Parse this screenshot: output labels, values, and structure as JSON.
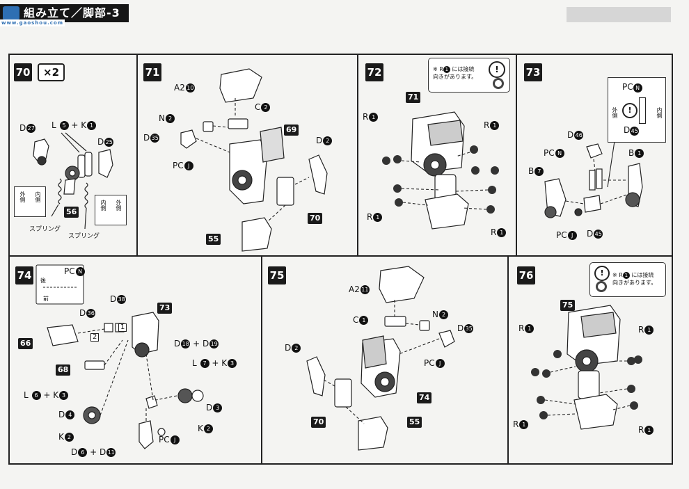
{
  "header": {
    "title": "組み立て／脚部-3",
    "watermark_url": "www.gaoshou.com"
  },
  "panels": [
    {
      "step": "70",
      "multiplier": "×2",
      "labels": [
        {
          "t": "D",
          "n": "27"
        },
        {
          "t": "L ",
          "n": "5"
        },
        {
          "t": "+ K",
          "n": "1"
        },
        {
          "t": "D",
          "n": "25"
        }
      ],
      "box_left": {
        "a": "外側",
        "b": "内側"
      },
      "box_right": {
        "a": "内側",
        "b": "外側"
      },
      "tag": "56",
      "spring1": "スプリング",
      "spring2": "スプリング"
    },
    {
      "step": "71",
      "labels": [
        {
          "t": "A2",
          "n": "10"
        },
        {
          "t": "C",
          "n": "2"
        },
        {
          "t": "N",
          "n": "2"
        },
        {
          "t": "D",
          "n": "35"
        },
        {
          "t": "PC",
          "n": "J"
        },
        {
          "t": "D",
          "n": "2"
        }
      ],
      "tags": [
        "69",
        "70",
        "55"
      ]
    },
    {
      "step": "72",
      "note": {
        "prefix": "※ R",
        "n": "1",
        "text1": "には接続",
        "text2": "向きがあります。"
      },
      "tag": "71",
      "labels": [
        {
          "t": "R",
          "n": "1"
        },
        {
          "t": "R",
          "n": "1"
        },
        {
          "t": "R",
          "n": "1"
        },
        {
          "t": "R",
          "n": "1"
        }
      ]
    },
    {
      "step": "73",
      "box": {
        "label": "PC",
        "n": "N",
        "left": "外側",
        "right": "内側",
        "bottom": "D",
        "bn": "45"
      },
      "labels": [
        {
          "t": "D",
          "n": "46"
        },
        {
          "t": "PC",
          "n": "N"
        },
        {
          "t": "B",
          "n": "1"
        },
        {
          "t": "B",
          "n": "7"
        },
        {
          "t": "PC",
          "n": "J"
        },
        {
          "t": "D",
          "n": "45"
        }
      ]
    },
    {
      "step": "74",
      "inset": {
        "label": "PC",
        "n": "N",
        "back": "後",
        "front": "前"
      },
      "labels": [
        {
          "t": "D",
          "n": "36"
        },
        {
          "t": "D",
          "n": "38"
        },
        {
          "t": "D",
          "n": "18"
        },
        {
          "t": "+ D",
          "n": "19"
        },
        {
          "t": "L ",
          "n": "7"
        },
        {
          "t": "+ K",
          "n": "3"
        },
        {
          "t": "L ",
          "n": "6"
        },
        {
          "t": "+ K",
          "n": "3"
        },
        {
          "t": "D",
          "n": "4"
        },
        {
          "t": "D",
          "n": "3"
        },
        {
          "t": "K",
          "n": "2"
        },
        {
          "t": "K",
          "n": "2"
        },
        {
          "t": "PC",
          "n": "J"
        },
        {
          "t": "D",
          "n": "6"
        },
        {
          "t": "+ D",
          "n": "11"
        }
      ],
      "tags": [
        "73",
        "66",
        "68"
      ],
      "box_nums": [
        "2",
        "1"
      ]
    },
    {
      "step": "75",
      "labels": [
        {
          "t": "A2",
          "n": "11"
        },
        {
          "t": "C",
          "n": "1"
        },
        {
          "t": "N",
          "n": "2"
        },
        {
          "t": "D",
          "n": "35"
        },
        {
          "t": "PC",
          "n": "J"
        },
        {
          "t": "D",
          "n": "2"
        }
      ],
      "tags": [
        "74",
        "70",
        "55"
      ]
    },
    {
      "step": "76",
      "note": {
        "prefix": "※ R",
        "n": "1",
        "text1": "には接続",
        "text2": "向きがあります。"
      },
      "tag": "75",
      "labels": [
        {
          "t": "R",
          "n": "1"
        },
        {
          "t": "R",
          "n": "1"
        },
        {
          "t": "R",
          "n": "1"
        },
        {
          "t": "R",
          "n": "1"
        }
      ]
    }
  ]
}
